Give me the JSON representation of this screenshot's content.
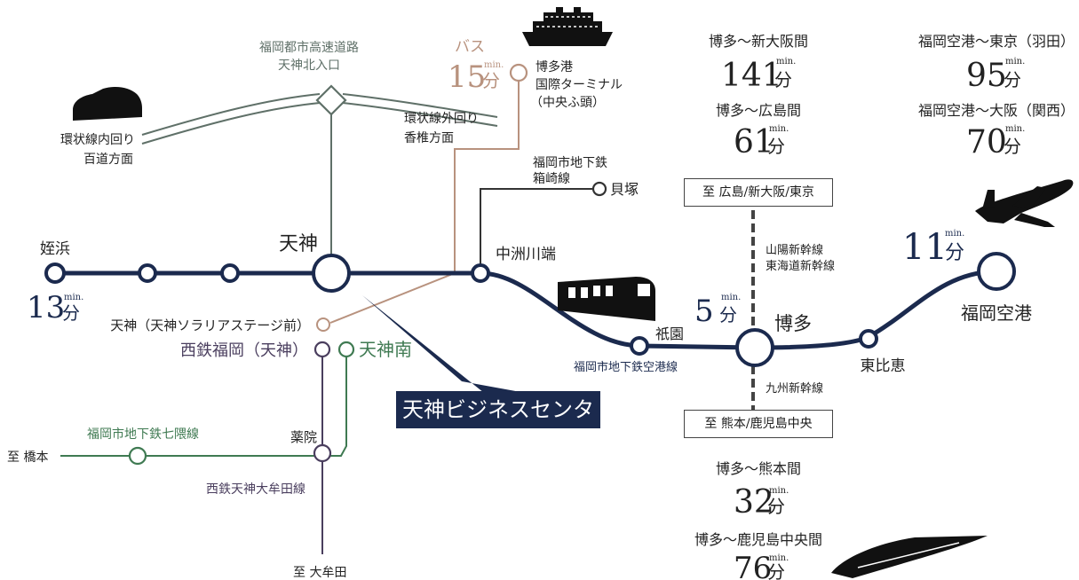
{
  "stations": {
    "meinohama": "姪浜",
    "tenjin": "天神",
    "nakasu": "中洲川端",
    "gion": "祇園",
    "hakata": "博多",
    "higashihie": "東比恵",
    "airport": "福岡空港",
    "kaizuka": "貝塚",
    "hakata_port": [
      "博多港",
      "国際ターミナル",
      "（中央ふ頭）"
    ],
    "tenjin_solaria": "天神（天神ソラリアステージ前）",
    "nishitetsu_fukuoka": "西鉄福岡（天神）",
    "tenjin_minami": "天神南",
    "yakuin": "薬院",
    "to_hashimoto": "至 橋本",
    "to_omuta": "至 大牟田"
  },
  "lines": {
    "expressway": [
      "福岡都市高速道路",
      "天神北入口"
    ],
    "loop_inner": [
      "環状線内回り",
      "百道方面"
    ],
    "loop_outer": [
      "環状線外回り",
      "香椎方面"
    ],
    "hakozaki": [
      "福岡市地下鉄",
      "箱崎線"
    ],
    "airport_line": "福岡市地下鉄空港線",
    "nanakuma": "福岡市地下鉄七隈線",
    "omuta": "西鉄天神大牟田線",
    "sanyo": [
      "山陽新幹線",
      "東海道新幹線"
    ],
    "kyushu": "九州新幹線",
    "bus": "バス"
  },
  "times": {
    "meinohama": {
      "num": "13",
      "min": "min.",
      "unit": "分"
    },
    "bus": {
      "num": "15",
      "min": "min.",
      "unit": "分"
    },
    "hakata": {
      "num": "5",
      "min": "min.",
      "unit": "分"
    },
    "airport": {
      "num": "11",
      "min": "min.",
      "unit": "分"
    }
  },
  "dest_boxes": {
    "north": "至 広島/新大阪/東京",
    "south": "至 熊本/鹿児島中央"
  },
  "travel_times": [
    {
      "label": "博多～新大阪間",
      "num": "141",
      "min": "min.",
      "unit": "分"
    },
    {
      "label": "博多～広島間",
      "num": "61",
      "min": "min.",
      "unit": "分"
    },
    {
      "label": "福岡空港～東京（羽田）",
      "num": "95",
      "min": "min.",
      "unit": "分"
    },
    {
      "label": "福岡空港～大阪（関西）",
      "num": "70",
      "min": "min.",
      "unit": "分"
    },
    {
      "label": "博多～熊本間",
      "num": "32",
      "min": "min.",
      "unit": "分"
    },
    {
      "label": "博多～鹿児島中央間",
      "num": "76",
      "min": "min.",
      "unit": "分"
    }
  ],
  "callout": "天神ビジネスセンター",
  "colors": {
    "navy": "#1b2a4e",
    "gray_green": "#5f7068",
    "bus_brown": "#b8927e",
    "nanakuma_green": "#3f7a52",
    "omuta_purple": "#4a3e5e",
    "dark": "#333333"
  }
}
